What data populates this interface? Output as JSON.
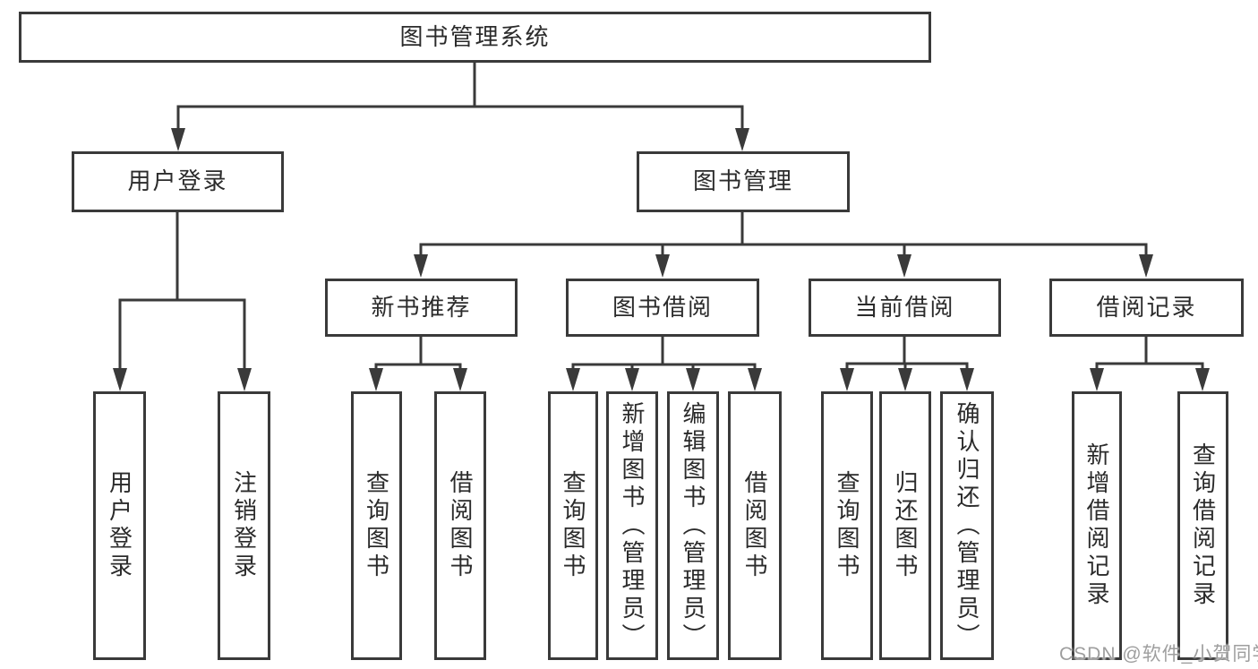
{
  "diagram": {
    "root": {
      "label": "图书管理系统"
    },
    "branches": [
      {
        "label": "用户登录",
        "children": [
          {
            "label": "用户登录"
          },
          {
            "label": "注销登录"
          }
        ]
      },
      {
        "label": "图书管理",
        "children": [
          {
            "label": "新书推荐",
            "children": [
              {
                "label": "查询图书"
              },
              {
                "label": "借阅图书"
              }
            ]
          },
          {
            "label": "图书借阅",
            "children": [
              {
                "label": "查询图书"
              },
              {
                "label": "新增图书（管理员）"
              },
              {
                "label": "编辑图书（管理员）"
              },
              {
                "label": "借阅图书"
              }
            ]
          },
          {
            "label": "当前借阅",
            "children": [
              {
                "label": "查询图书"
              },
              {
                "label": "归还图书"
              },
              {
                "label": "确认归还（管理员）"
              }
            ]
          },
          {
            "label": "借阅记录",
            "children": [
              {
                "label": "新增借阅记录"
              },
              {
                "label": "查询借阅记录"
              }
            ]
          }
        ]
      }
    ]
  },
  "watermark": {
    "text": "CSDN @软件_小贺同学"
  },
  "colors": {
    "line": "#3a3a3a",
    "box_border": "#3a3a3a",
    "text": "#2b2b2b",
    "background": "#ffffff",
    "watermark": "#9e9e9e"
  }
}
